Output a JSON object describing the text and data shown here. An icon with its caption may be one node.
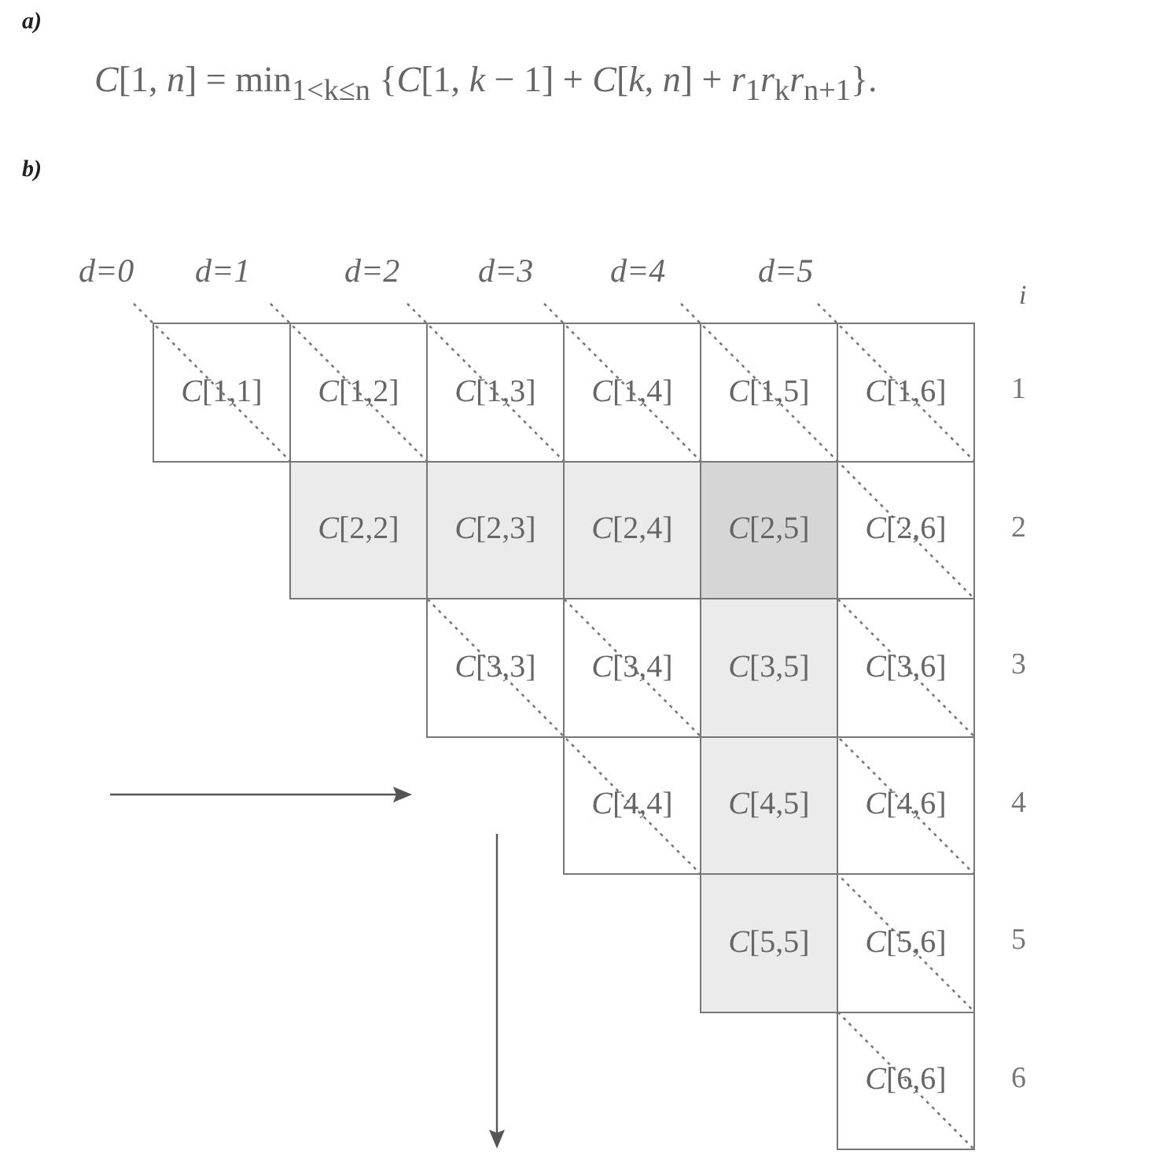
{
  "diagram": {
    "labels": [
      "a)",
      "*C*[1, *n*] = min$_{1<k≤n}$ {*C*[1, *k* − 1] + *C*[*k*, *n*] + *r*$_{1}$*r*$_{k}$*r*$_{n+1}$}.",
      "b)",
      "d=0",
      "d=1",
      "d=2",
      "d=3",
      "d=4",
      "d=5",
      "i",
      "*C*[1,1]",
      "*C*[1,2]",
      "*C*[1,3]",
      "*C*[1,4]",
      "*C*[1,5]",
      "*C*[1,6]",
      "1",
      "*C*[2,2]",
      "*C*[2,3]",
      "*C*[2,4]",
      "*C*[2,5]",
      "*C*[2,6]",
      "2",
      "*C*[3,3]",
      "*C*[3,4]",
      "*C*[3,5]",
      "*C*[3,6]",
      "3",
      "*C*[4,4]",
      "*C*[4,5]",
      "*C*[4,6]",
      "4",
      "*C*[5,5]",
      "*C*[5,6]",
      "5",
      "*C*[6,6]",
      "6"
    ]
  }
}
